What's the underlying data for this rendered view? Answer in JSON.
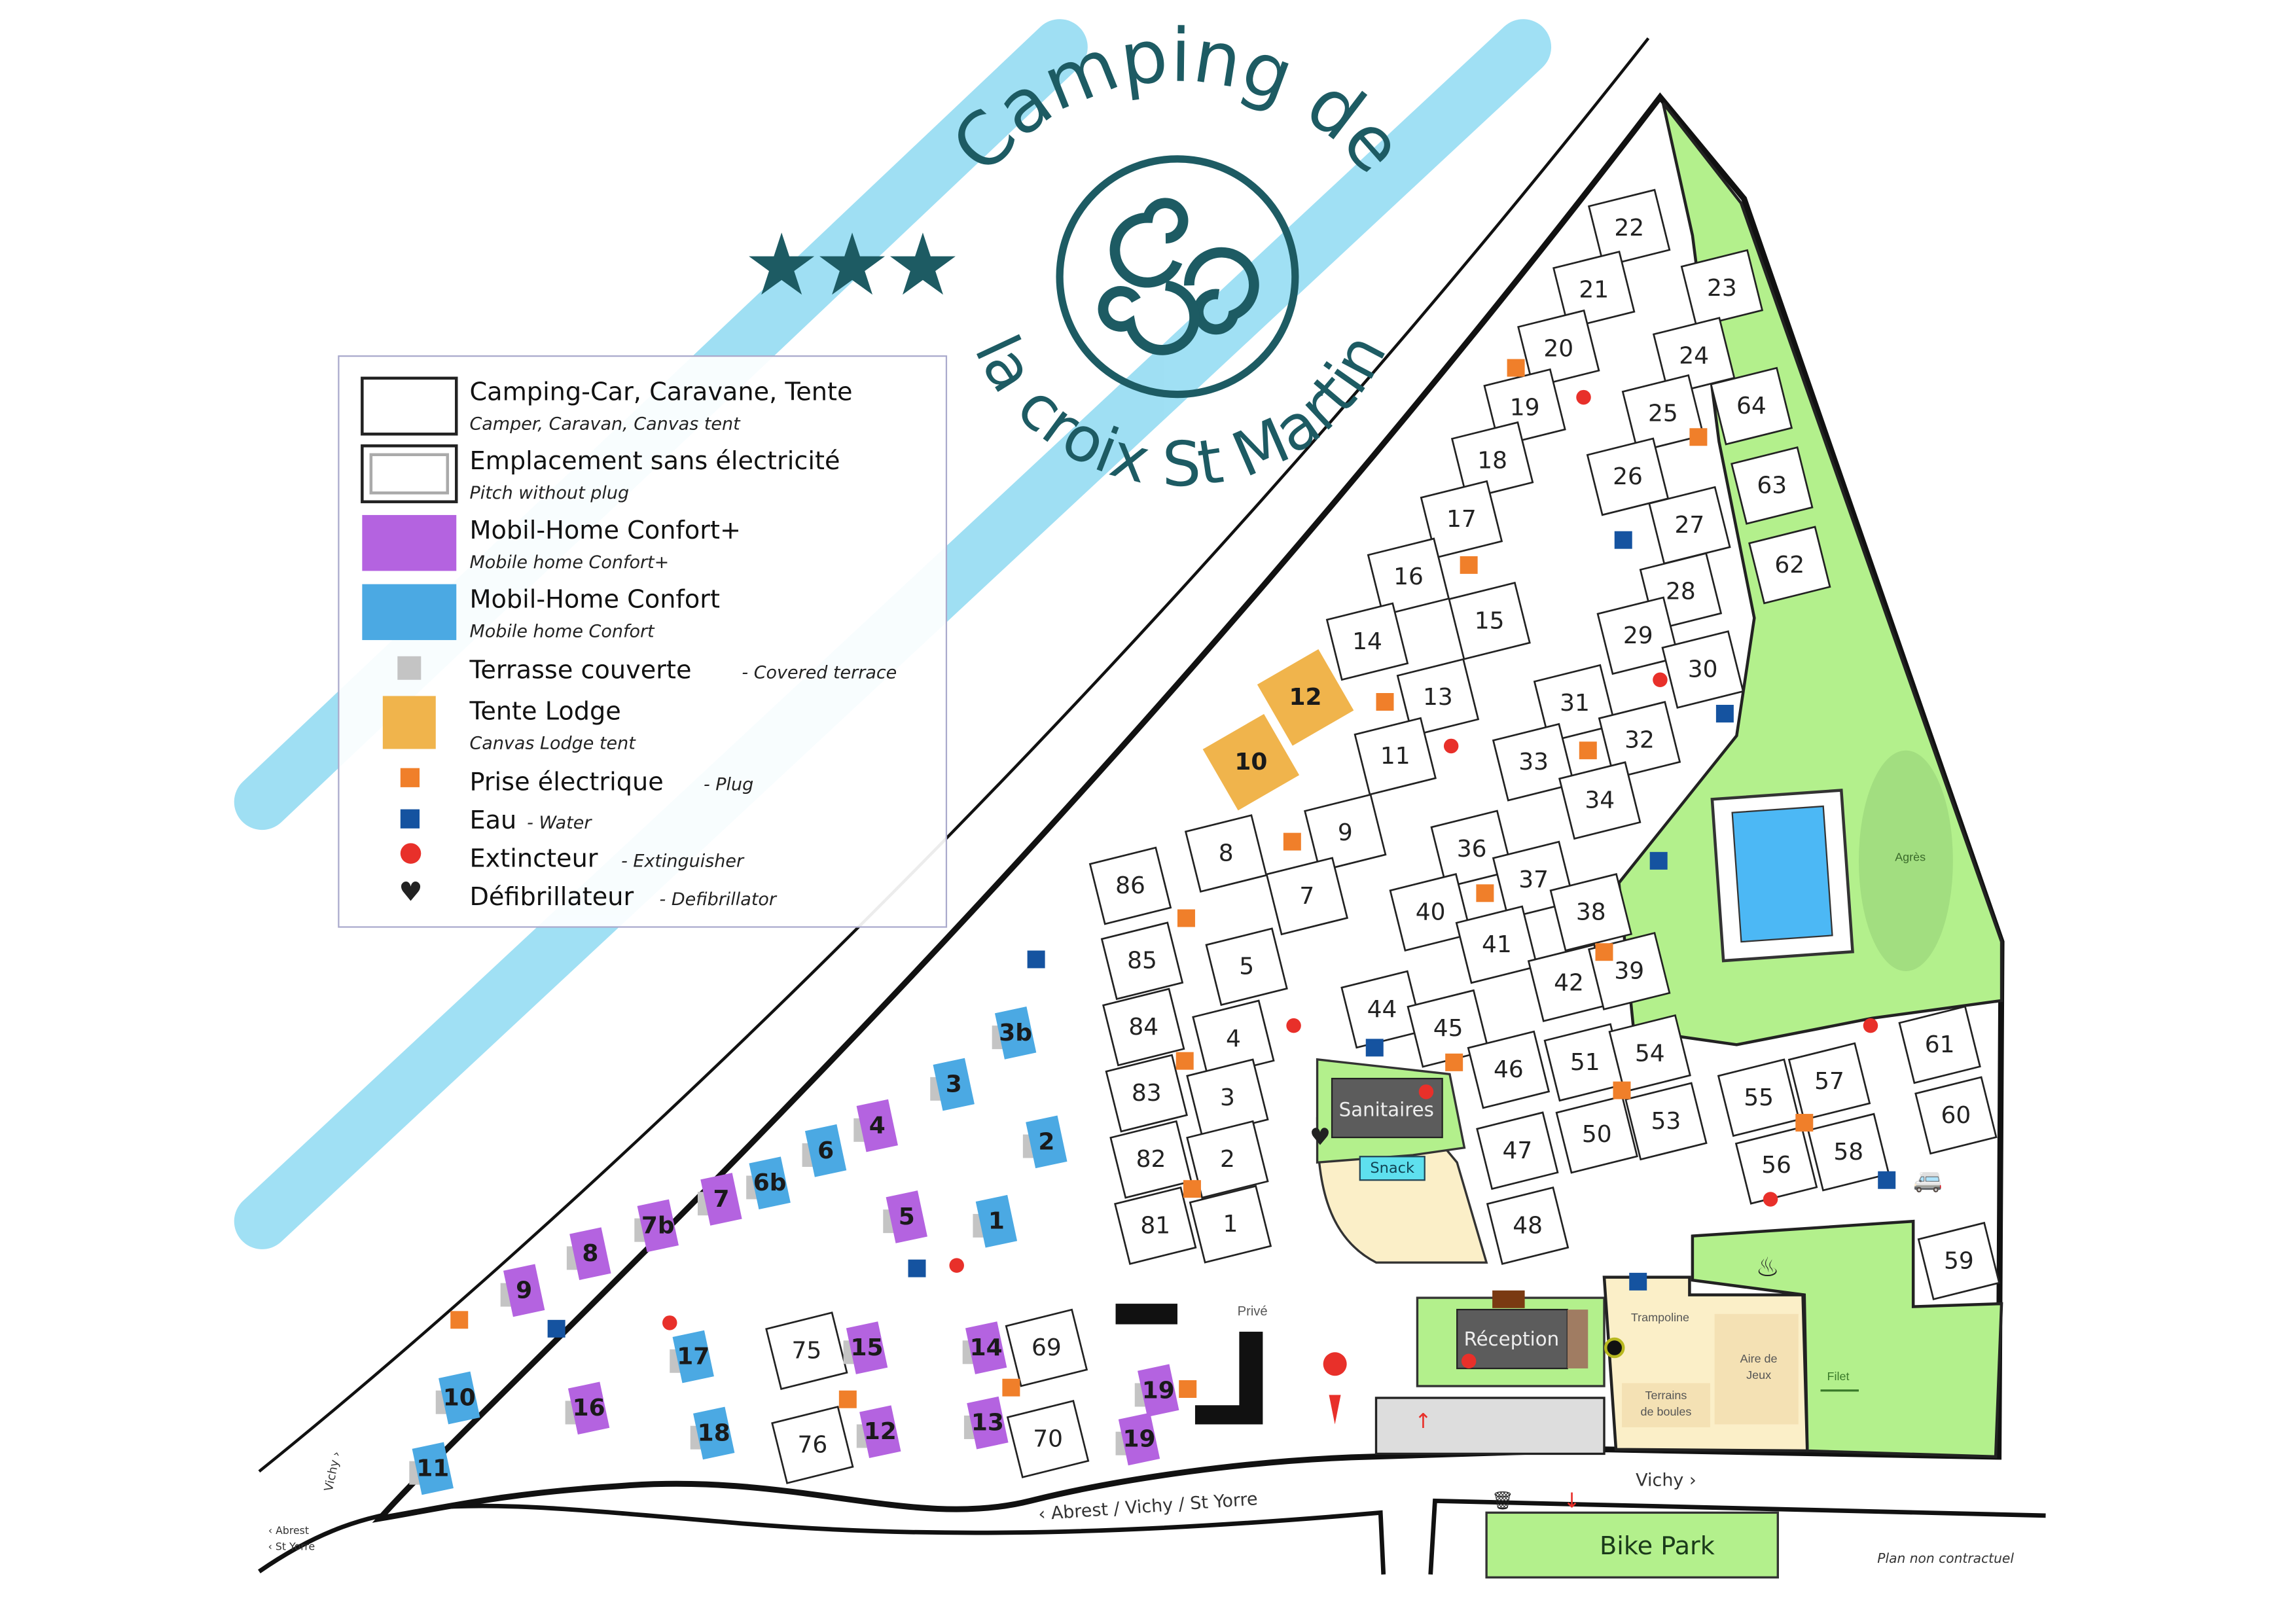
{
  "title": {
    "line1": "Camping de",
    "line2": "la croix St Martin",
    "stars": "★★★"
  },
  "colors": {
    "teal": "#1d5b63",
    "crayon": "#8fdaf2",
    "grass": "#b3f08c",
    "beige": "#fbefc8",
    "confort_plus": "#b463e0",
    "confort": "#4ba9e3",
    "lodge": "#f0b44c",
    "plug": "#f07f2a",
    "water": "#1553a0",
    "extinguisher": "#e8302a",
    "terrace": "#c4c4c4"
  },
  "legend": [
    {
      "label": "Camping-Car, Caravane, Tente",
      "sub": "Camper, Caravan, Canvas tent"
    },
    {
      "label": "Emplacement sans électricité",
      "sub": "Pitch without plug"
    },
    {
      "label": "Mobil-Home Confort+",
      "sub": "Mobile home Confort+"
    },
    {
      "label": "Mobil-Home Confort",
      "sub": "Mobile home Confort"
    },
    {
      "label": "Terrasse couverte",
      "sub": "- Covered terrace"
    },
    {
      "label": "Tente Lodge",
      "sub": "Canvas Lodge tent"
    },
    {
      "label": "Prise électrique",
      "sub": "- Plug"
    },
    {
      "label": "Eau",
      "sub": "- Water"
    },
    {
      "label": "Extincteur",
      "sub": "- Extinguisher"
    },
    {
      "label": "Défibrillateur",
      "sub": "- Defibrillator"
    }
  ],
  "pitches": {
    "standard": [
      "22",
      "21",
      "20",
      "19",
      "18",
      "17",
      "16",
      "15",
      "14",
      "13",
      "11",
      "9",
      "8",
      "7",
      "86",
      "85",
      "5",
      "84",
      "4",
      "83",
      "3",
      "82",
      "2",
      "81",
      "1",
      "23",
      "24",
      "25",
      "64",
      "26",
      "63",
      "27",
      "62",
      "28",
      "29",
      "30",
      "31",
      "32",
      "33",
      "34",
      "36",
      "37",
      "38",
      "40",
      "41",
      "42",
      "39",
      "44",
      "45",
      "46",
      "51",
      "54",
      "47",
      "50",
      "53",
      "48",
      "55",
      "57",
      "56",
      "58",
      "61",
      "60",
      "59",
      "75",
      "76",
      "69",
      "70"
    ],
    "lodge": [
      "12",
      "10"
    ],
    "confort": [
      "3b",
      "3",
      "2",
      "1",
      "6",
      "6b",
      "10",
      "11",
      "17",
      "18"
    ],
    "confort_plus": [
      "4",
      "5",
      "7",
      "7b",
      "8",
      "9",
      "16",
      "15",
      "12",
      "14",
      "13",
      "19",
      "19"
    ]
  },
  "facilities": {
    "sanitaires": "Sanitaires",
    "snack": "Snack",
    "reception": "Réception",
    "trampoline": "Trampoline",
    "aire_de_jeux_1": "Aire de",
    "aire_de_jeux_2": "Jeux",
    "boules_1": "Terrains",
    "boules_2": "de boules",
    "filet": "Filet",
    "agres": "Agrès",
    "prive": "Privé",
    "bike_park": "Bike Park"
  },
  "roads": {
    "main": "‹ Abrest / Vichy / St Yorre",
    "vichy_right": "Vichy ›",
    "vichy_left": "Vichy ›",
    "abrest": "‹ Abrest",
    "st_yorre": "‹ St Yorre"
  },
  "note": "Plan non contractuel"
}
